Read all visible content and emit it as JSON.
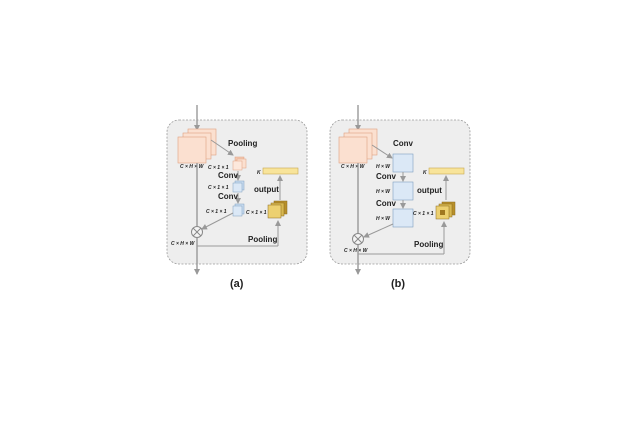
{
  "panel_a": {
    "caption": "(a)",
    "input_dims": "C × H × W",
    "pooling_label": "Pooling",
    "dim_c11_1": "C × 1 × 1",
    "conv1_label": "Conv",
    "dim_c11_2": "C × 1 × 1",
    "conv2_label": "Conv",
    "dim_c11_3": "C × 1 × 1",
    "k_label": "K",
    "output_label": "output",
    "dim_c11_4": "C × 1 × 1",
    "output_dims": "C × H × W",
    "pooling2_label": "Pooling"
  },
  "panel_b": {
    "caption": "(b)",
    "input_dims": "C × H × W",
    "conv_top_label": "Conv",
    "dim_hw_1": "H × W",
    "conv1_label": "Conv",
    "dim_hw_2": "H × W",
    "output_label": "output",
    "conv2_label": "Conv",
    "dim_hw_3": "H × W",
    "k_label": "K",
    "dim_c11": "C × 1 × 1",
    "output_dims": "C × H × W",
    "pooling_label": "Pooling"
  },
  "colors": {
    "panel_bg": "#eeeeee",
    "panel_border": "#9a9a9a",
    "feature_peach": "#fbe0d0",
    "feature_peach_border": "#e0a080",
    "conv_blue": "#dbe8f6",
    "conv_blue_border": "#7f9fc0",
    "k_yellow": "#f8e49a",
    "k_yellow_border": "#c8a850",
    "gold_cube": "#e0c060",
    "arrow": "#999999"
  }
}
